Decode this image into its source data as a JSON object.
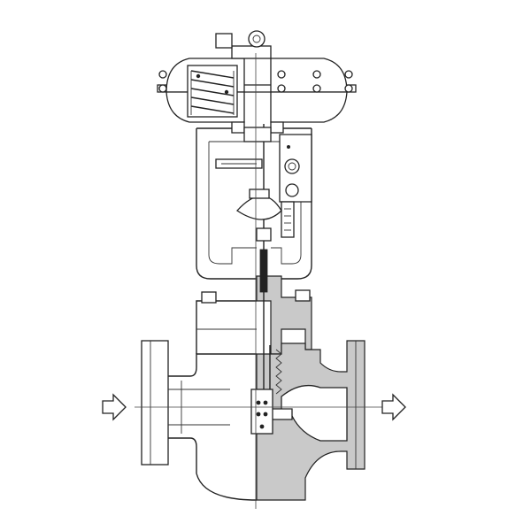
{
  "diagram": {
    "kind": "pneumatic diaphragm control valve cross-section",
    "colors": {
      "line": "#222222",
      "section_fill": "#c9c9c9",
      "background": "#ffffff"
    },
    "components": [
      "actuator-housing",
      "spring-pack",
      "yoke",
      "stem-connector",
      "bonnet",
      "valve-body",
      "inlet-flange",
      "outlet-flange",
      "plug",
      "seat"
    ],
    "flow": {
      "inlet_arrow": "arrow-right-icon",
      "outlet_arrow": "arrow-right-icon"
    }
  }
}
